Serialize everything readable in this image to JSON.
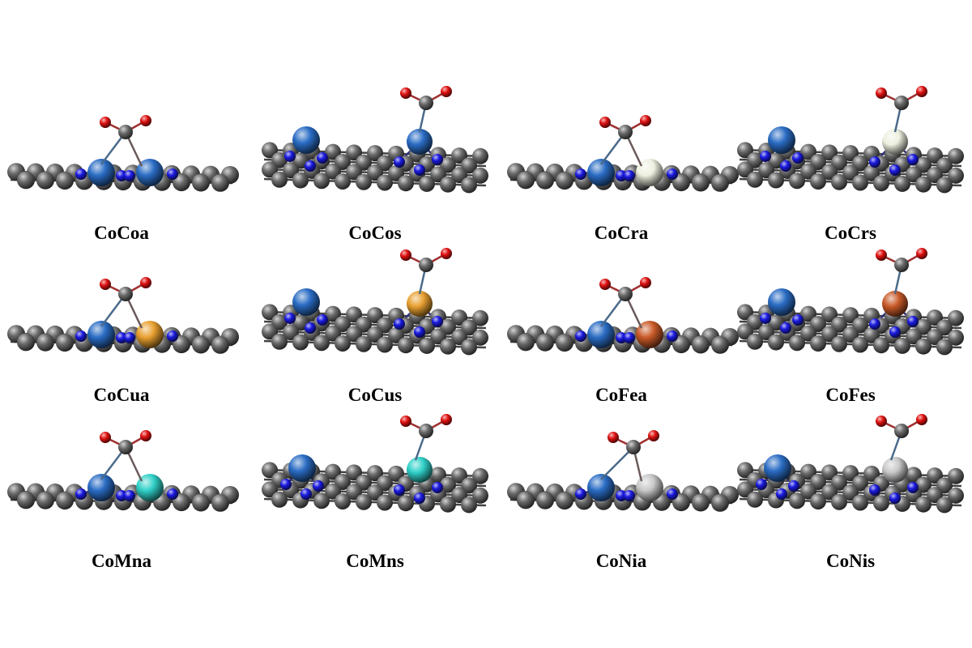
{
  "colors": {
    "carbon": "#6a6a6a",
    "nitrogen": "#1a1ae0",
    "oxygen": "#e01010",
    "cobalt": "#2a6cc4"
  },
  "panels": [
    {
      "label": "CoCoa",
      "metal2": "Co",
      "metal2_color": "#2a6cc4",
      "site": "a"
    },
    {
      "label": "CoCos",
      "metal2": "Co",
      "metal2_color": "#2a6cc4",
      "site": "s"
    },
    {
      "label": "CoCra",
      "metal2": "Cr",
      "metal2_color": "#eef0e0",
      "site": "a"
    },
    {
      "label": "CoCrs",
      "metal2": "Cr",
      "metal2_color": "#eef0e0",
      "site": "s"
    },
    {
      "label": "CoCua",
      "metal2": "Cu",
      "metal2_color": "#e8a030",
      "site": "a"
    },
    {
      "label": "CoCus",
      "metal2": "Cu",
      "metal2_color": "#e8a030",
      "site": "s"
    },
    {
      "label": "CoFea",
      "metal2": "Fe",
      "metal2_color": "#c85a28",
      "site": "a"
    },
    {
      "label": "CoFes",
      "metal2": "Fe",
      "metal2_color": "#c85a28",
      "site": "s"
    },
    {
      "label": "CoMna",
      "metal2": "Mn",
      "metal2_color": "#30d0c8",
      "site": "a"
    },
    {
      "label": "CoMns",
      "metal2": "Mn",
      "metal2_color": "#30d0c8",
      "site": "s"
    },
    {
      "label": "CoNia",
      "metal2": "Ni",
      "metal2_color": "#c8c8c8",
      "site": "a"
    },
    {
      "label": "CoNis",
      "metal2": "Ni",
      "metal2_color": "#c8c8c8",
      "site": "s"
    }
  ]
}
